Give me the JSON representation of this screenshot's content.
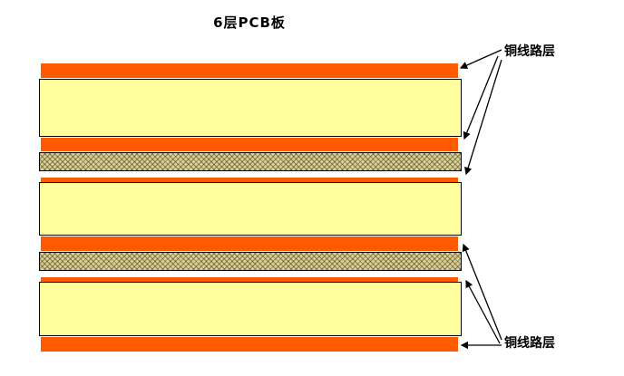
{
  "title": "6层PCB板",
  "labels": {
    "top_copper_label": "铜线路层",
    "bottom_copper_label": "铜线路层"
  },
  "colors": {
    "copper": "#ff5a00",
    "core": "#ffffa0",
    "prepreg": "#d8ce96",
    "border": "#000000",
    "arrow": "#000000"
  },
  "diagram": {
    "board_type": "6层PCB板",
    "copper_layer_count": 6,
    "stack_top_to_bottom": [
      {
        "layer": 1,
        "type": "copper",
        "label": "铜线路层"
      },
      {
        "layer": 2,
        "type": "core"
      },
      {
        "layer": 3,
        "type": "copper",
        "label": "铜线路层"
      },
      {
        "layer": 4,
        "type": "prepreg"
      },
      {
        "layer": 5,
        "type": "copper",
        "label": "铜线路层"
      },
      {
        "layer": 6,
        "type": "core"
      },
      {
        "layer": 7,
        "type": "copper",
        "label": "铜线路层"
      },
      {
        "layer": 8,
        "type": "prepreg"
      },
      {
        "layer": 9,
        "type": "copper",
        "label": "铜线路层"
      },
      {
        "layer": 10,
        "type": "core"
      },
      {
        "layer": 11,
        "type": "copper",
        "label": "铜线路层"
      }
    ]
  }
}
